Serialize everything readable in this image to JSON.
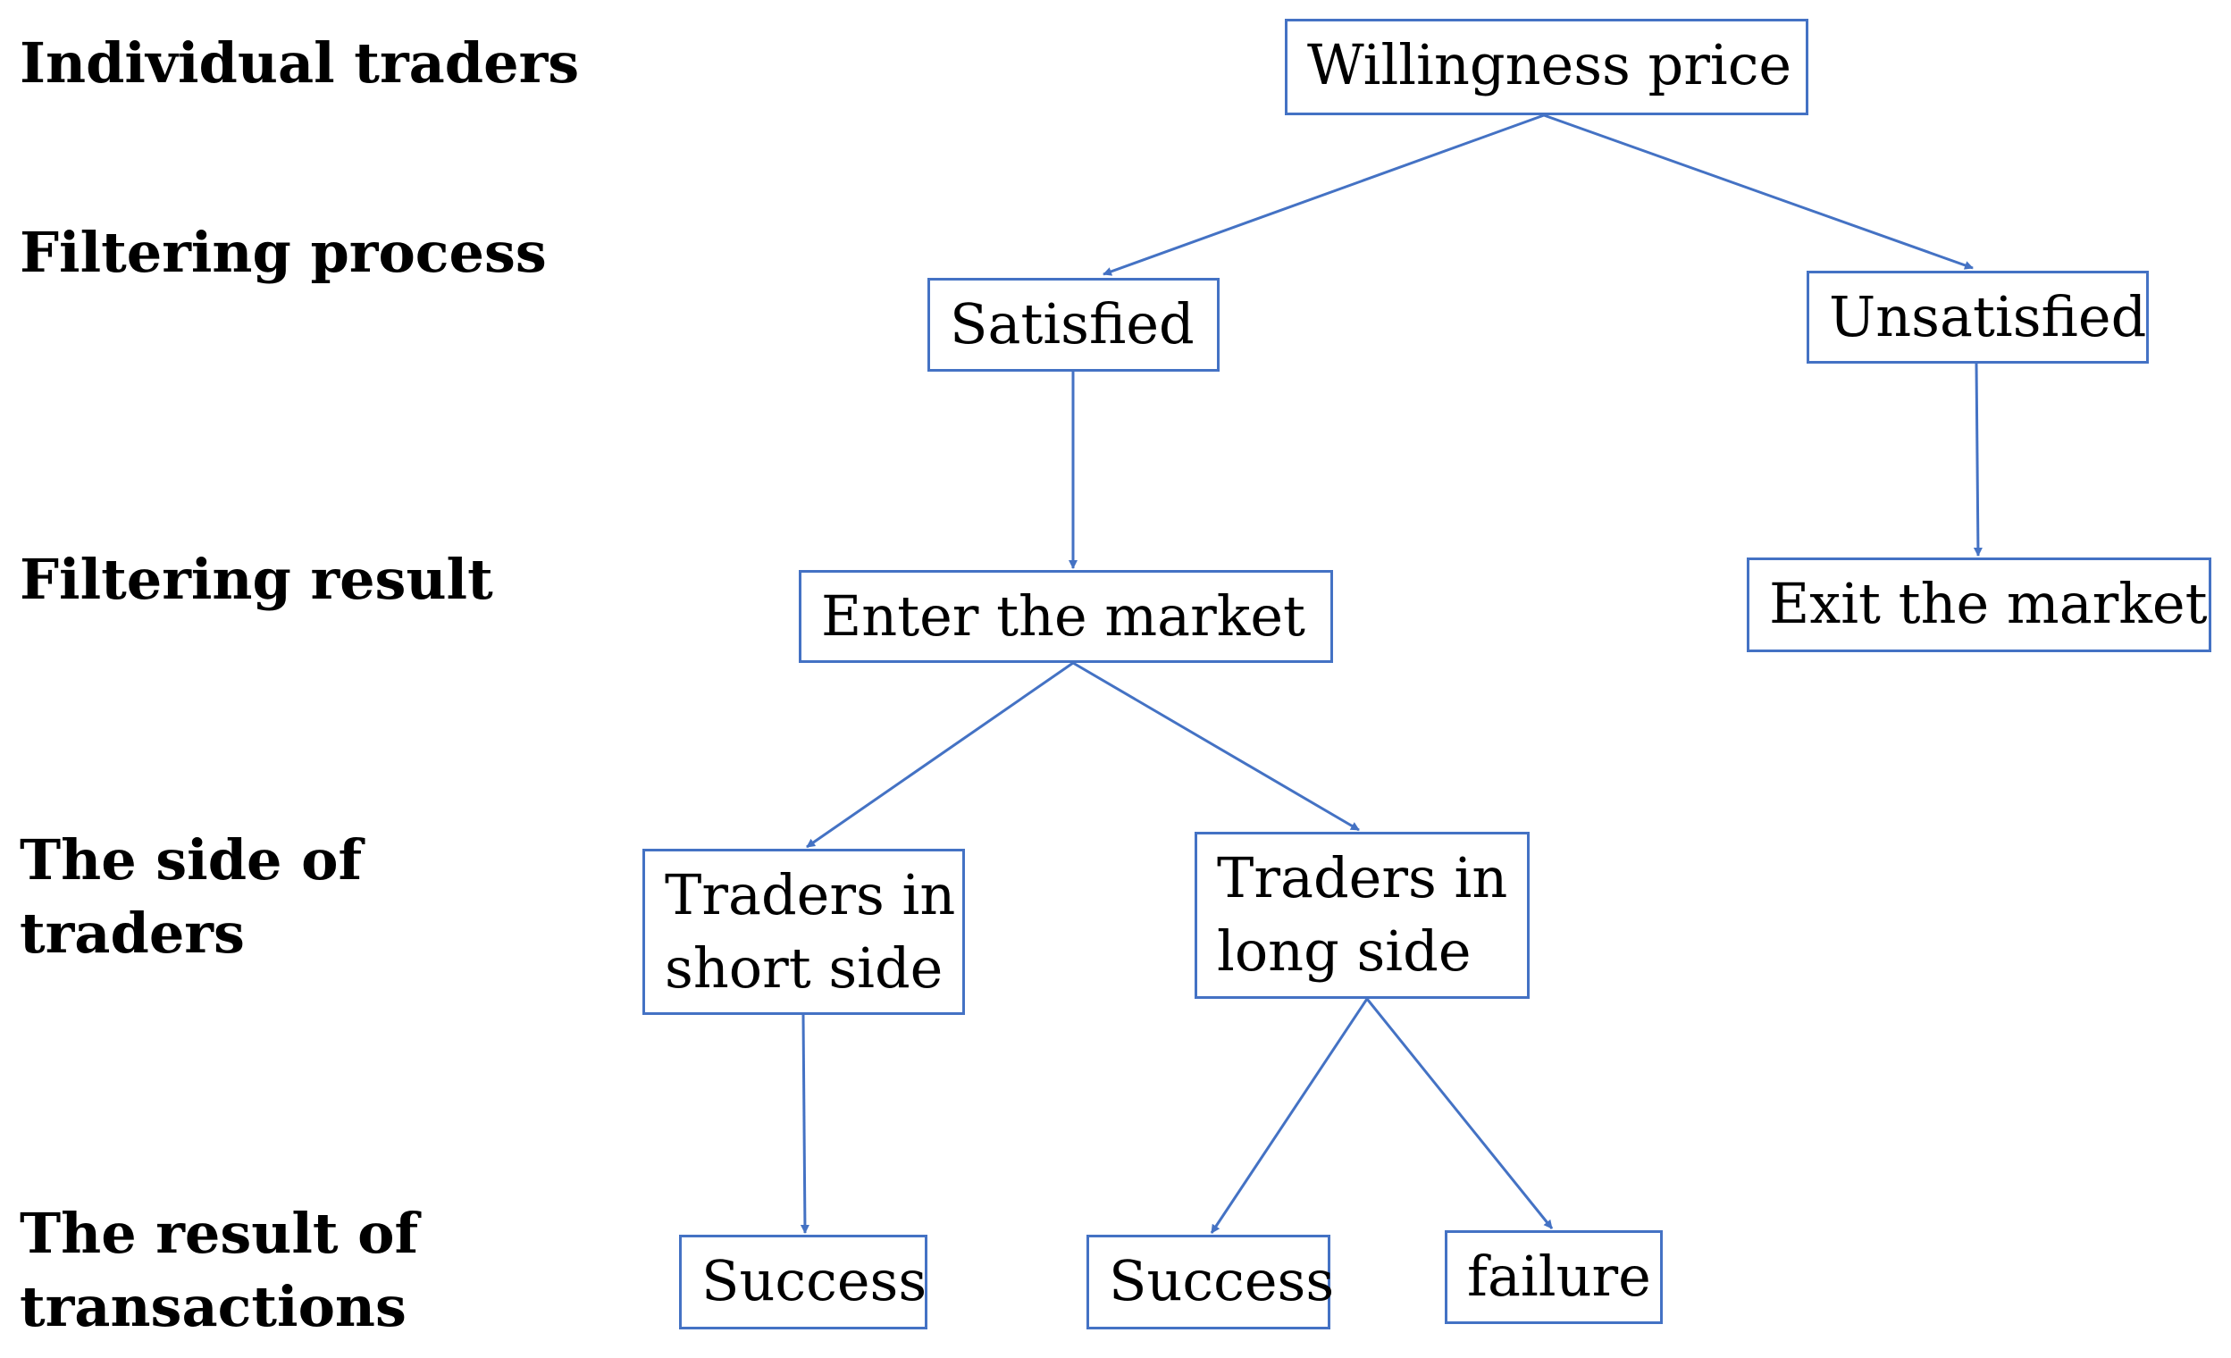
{
  "stages": {
    "individual": "Individual traders",
    "filtering_process": "Filtering process",
    "filtering_result": "Filtering result",
    "side_line1": "The side of",
    "side_line2": "traders",
    "result_line1": "The result of",
    "result_line2": "transactions"
  },
  "nodes": {
    "willingness": "Willingness price",
    "satisfied": "Satisfied",
    "unsatisfied": "Unsatisfied",
    "enter": "Enter the market",
    "exit": "Exit the market",
    "short_line1": "Traders in",
    "short_line2": "short side",
    "long_line1": "Traders in",
    "long_line2": "long side",
    "success_short": "Success",
    "success_long": "Success",
    "failure": "failure"
  },
  "colors": {
    "connector": "#4472c4",
    "box_border": "#4472c4"
  }
}
